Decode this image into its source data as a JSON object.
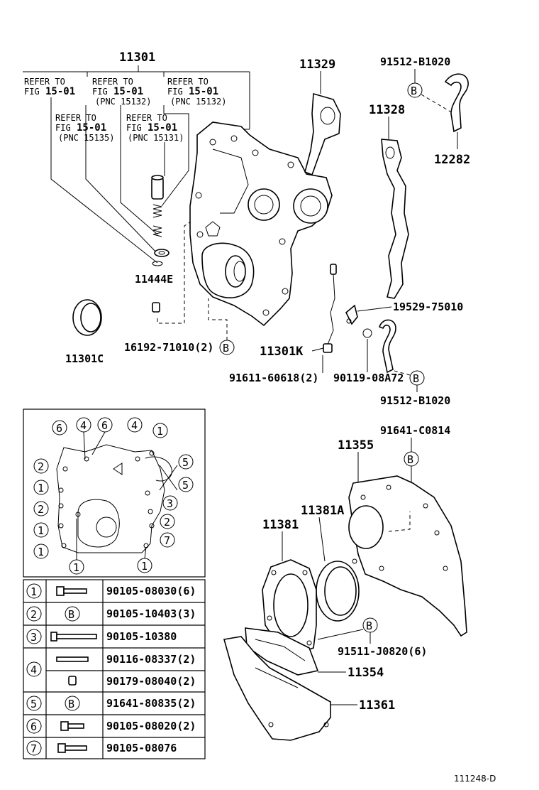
{
  "callouts": {
    "p11301": "11301",
    "p11329": "11329",
    "p91512_top": "91512-B1020",
    "p11328": "11328",
    "p12282": "12282",
    "p11444E": "11444E",
    "p11301C": "11301C",
    "p16192": "16192-71010(2)",
    "p19529": "19529-75010",
    "p11301K": "11301K",
    "p91611": "91611-60618(2)",
    "p90119": "90119-08A72",
    "p91512_bot": "91512-B1020",
    "p91641_top": "91641-C0814",
    "p11355": "11355",
    "p11381A": "11381A",
    "p11381": "11381",
    "p91511": "91511-J0820(6)",
    "p11354": "11354",
    "p11361": "11361"
  },
  "refer_notes": [
    {
      "line1": "REFER TO",
      "fig": "FIG",
      "fignum": "15-01",
      "pnc": ""
    },
    {
      "line1": "REFER TO",
      "fig": "FIG",
      "fignum": "15-01",
      "pnc": "(PNC 15132)"
    },
    {
      "line1": "REFER TO",
      "fig": "FIG",
      "fignum": "15-01",
      "pnc": "(PNC 15132)"
    },
    {
      "line1": "REFER TO",
      "fig": "FIG",
      "fignum": "15-01",
      "pnc": "(PNC 15135)"
    },
    {
      "line1": "REFER TO",
      "fig": "FIG",
      "fignum": "15-01",
      "pnc": "(PNC 15131)"
    }
  ],
  "b_marker": "B",
  "bolt_locator_numbers": [
    "6",
    "4",
    "6",
    "4",
    "1",
    "5",
    "5",
    "2",
    "1",
    "2",
    "1",
    "1",
    "3",
    "2",
    "7",
    "1",
    "1"
  ],
  "bolt_table": [
    {
      "num": "1",
      "icon": "bolt-flange-icon",
      "part": "90105-08030(6)"
    },
    {
      "num": "2",
      "icon": "b-marker",
      "part": "90105-10403(3)"
    },
    {
      "num": "3",
      "icon": "bolt-long-icon",
      "part": "90105-10380"
    },
    {
      "num": "4",
      "icon": "stud-icon",
      "part": "90116-08337(2)"
    },
    {
      "num": "4",
      "icon": "nut-icon",
      "part": "90179-08040(2)"
    },
    {
      "num": "5",
      "icon": "b-marker",
      "part": "91641-80835(2)"
    },
    {
      "num": "6",
      "icon": "bolt-short-icon",
      "part": "90105-08020(2)"
    },
    {
      "num": "7",
      "icon": "bolt-medium-icon",
      "part": "90105-08076"
    }
  ],
  "diagram_id": "111248-D"
}
